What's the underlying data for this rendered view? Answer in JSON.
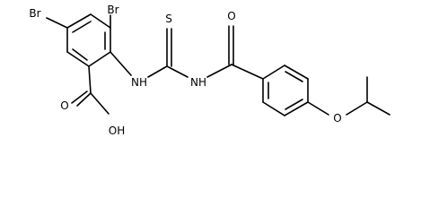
{
  "molecule": {
    "atoms": {
      "br_left": "Br",
      "br_top": "Br",
      "nh_left": "NH",
      "sulfur": "S",
      "nh_right": "NH",
      "oxygen_carbonyl": "O",
      "oxygen_ether": "O",
      "carboxylic_acid": "OH",
      "oxygen_acid": "O"
    }
  }
}
